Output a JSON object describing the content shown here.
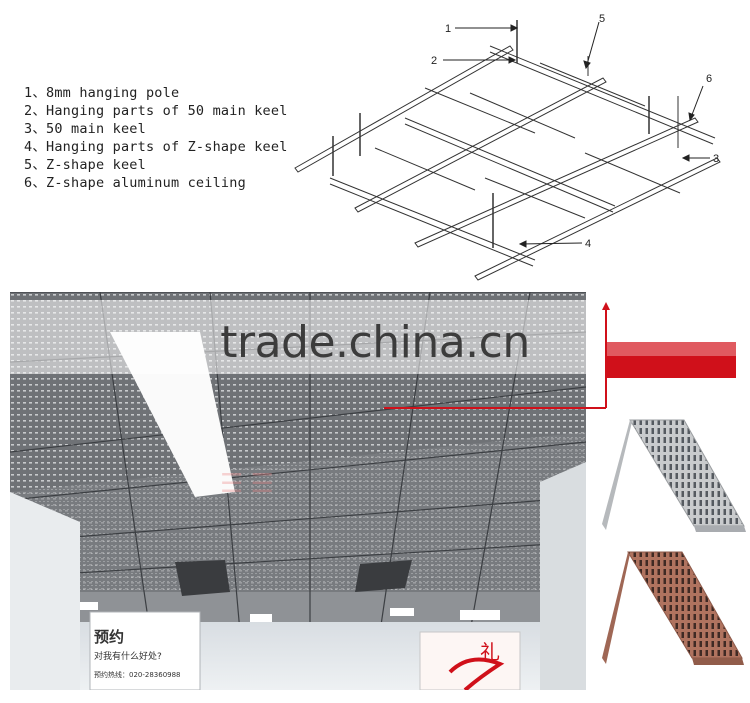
{
  "legend": {
    "items": [
      "1、8mm hanging pole",
      "2、Hanging parts of 50 main keel",
      "3、50 main keel",
      "4、Hanging parts of Z-shape keel",
      "5、Z-shape keel",
      "6、Z-shape aluminum ceiling"
    ]
  },
  "diagram": {
    "callouts": [
      "1",
      "2",
      "3",
      "4",
      "5",
      "6"
    ]
  },
  "photo": {
    "signs": {
      "booking_title": "预约",
      "booking_question": "对我有什么好处?",
      "booking_hotline": "预约热线：020-28360988",
      "gift_char": "礼"
    }
  },
  "watermark": {
    "text": "trade.china.cn"
  },
  "colors": {
    "accent_red": "#d0101a",
    "panel_silver": "#c9cbcd",
    "panel_rose": "#b0735f"
  }
}
